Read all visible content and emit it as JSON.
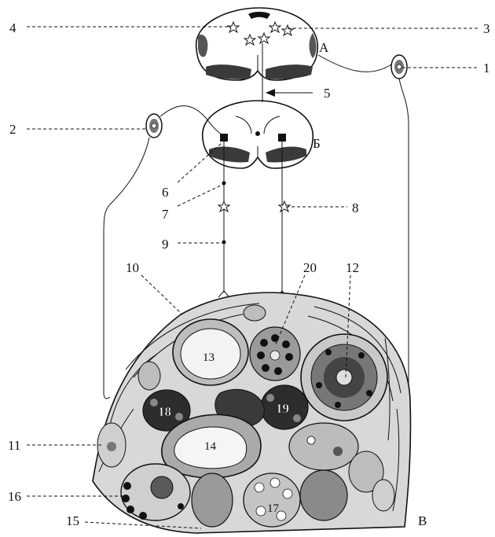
{
  "labels": {
    "l1": "1",
    "l2": "2",
    "l3": "3",
    "l4": "4",
    "l5": "5",
    "l6": "6",
    "l7": "7",
    "l8": "8",
    "l9": "9",
    "l10": "10",
    "l11": "11",
    "l12": "12",
    "l13": "13",
    "l14": "14",
    "l15": "15",
    "l16": "16",
    "l17": "17",
    "l18": "18",
    "l19": "19",
    "l20": "20",
    "A": "А",
    "B": "Б",
    "V": "В"
  }
}
